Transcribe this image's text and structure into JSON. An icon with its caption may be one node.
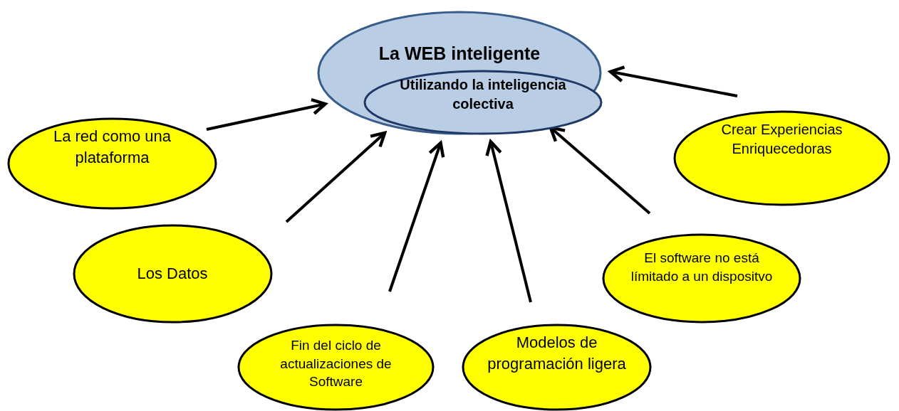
{
  "diagram": {
    "nodes": [
      {
        "text": [
          "La WEB inteligente"
        ]
      },
      {
        "text": [
          "Utilizando la inteligencia colectiva"
        ],
        "in": 0
      },
      {
        "text": [
          "La red como una plataforma"
        ]
      },
      {
        "text": [
          "Crear Experiencias Enriquecedoras"
        ]
      },
      {
        "text": [
          "Los Datos"
        ]
      },
      {
        "text": [
          "El software no está límitado a un dispositvo"
        ]
      },
      {
        "text": [
          "Fin del ciclo de actualizaciones de Software"
        ]
      },
      {
        "text": [
          "Modelos de programación ligera"
        ]
      }
    ],
    "edges": [
      {
        "from": 2,
        "to": 0,
        "arrow": "to"
      },
      {
        "from": 3,
        "to": 0,
        "arrow": "to"
      },
      {
        "from": 4,
        "to": 0,
        "arrow": "to"
      },
      {
        "from": 6,
        "to": 0,
        "arrow": "to"
      },
      {
        "from": 7,
        "to": 0,
        "arrow": "to"
      },
      {
        "from": 5,
        "to": 0,
        "arrow": "to"
      }
    ]
  }
}
